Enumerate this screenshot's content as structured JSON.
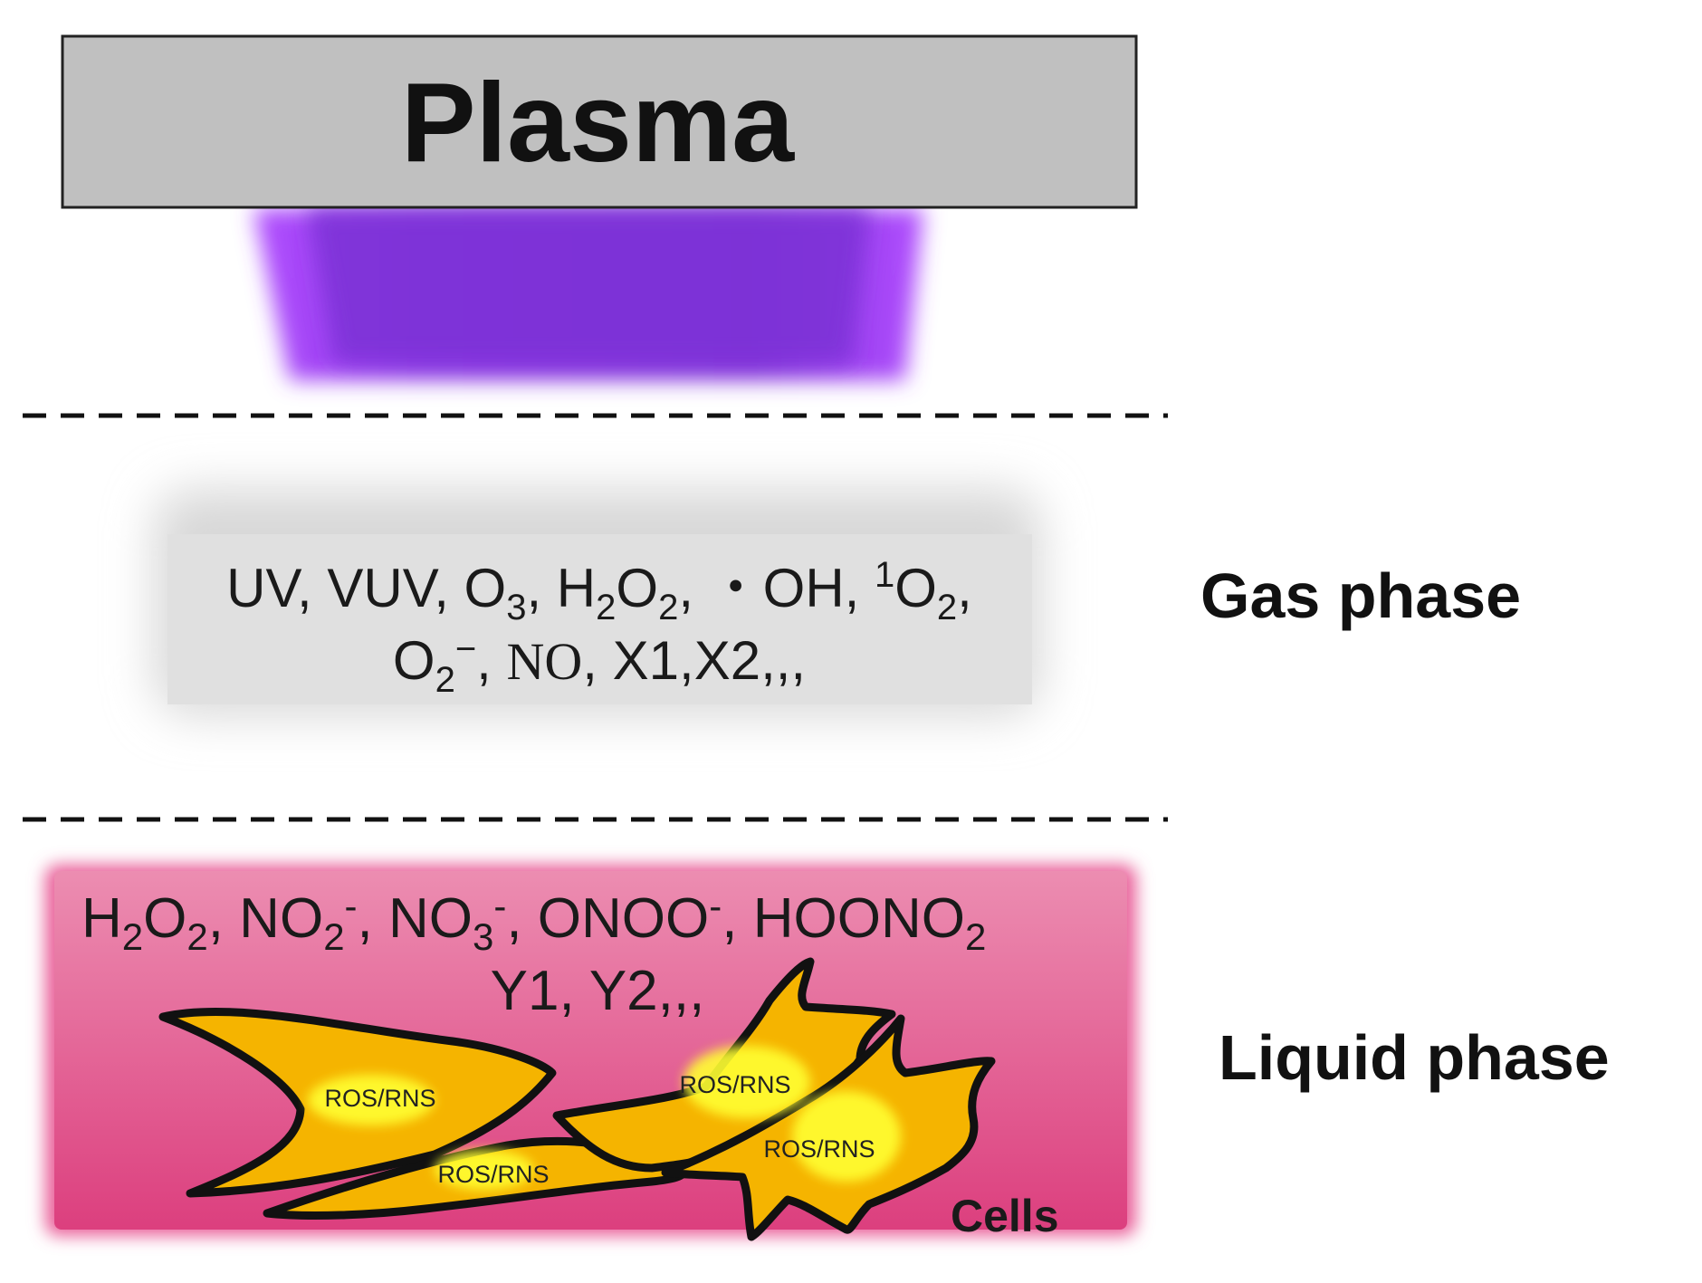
{
  "plasma": {
    "label": "Plasma"
  },
  "gas": {
    "label": "Gas phase",
    "line1": [
      "UV, VUV, O",
      "3",
      ", H",
      "2",
      "O",
      "2",
      ",  ・OH, ",
      "1",
      "O",
      "2",
      ","
    ],
    "line2": [
      "O",
      "2",
      "−",
      ", ",
      "NO",
      ", X1,X2,,,"
    ]
  },
  "liquid": {
    "label": "Liquid phase",
    "line1": [
      "H",
      "2",
      "O",
      "2",
      ", NO",
      "2",
      "-",
      ", NO",
      "3",
      "-",
      ", ONOO",
      "-",
      ", HOONO",
      "2"
    ],
    "line2": "Y1, Y2,,,",
    "cells_label": "Cells",
    "ros_labels": [
      "ROS/RNS",
      "ROS/RNS",
      "ROS/RNS",
      "ROS/RNS"
    ]
  },
  "colors": {
    "plasma_box": "#c0c0c0",
    "plasma_glow": "#8a3be0",
    "gas_box": "#e2e2e2",
    "liquid_top": "#e983ab",
    "liquid_bottom": "#dd4482",
    "cell_fill": "#f5b400",
    "ros_spot": "#ffff33"
  }
}
